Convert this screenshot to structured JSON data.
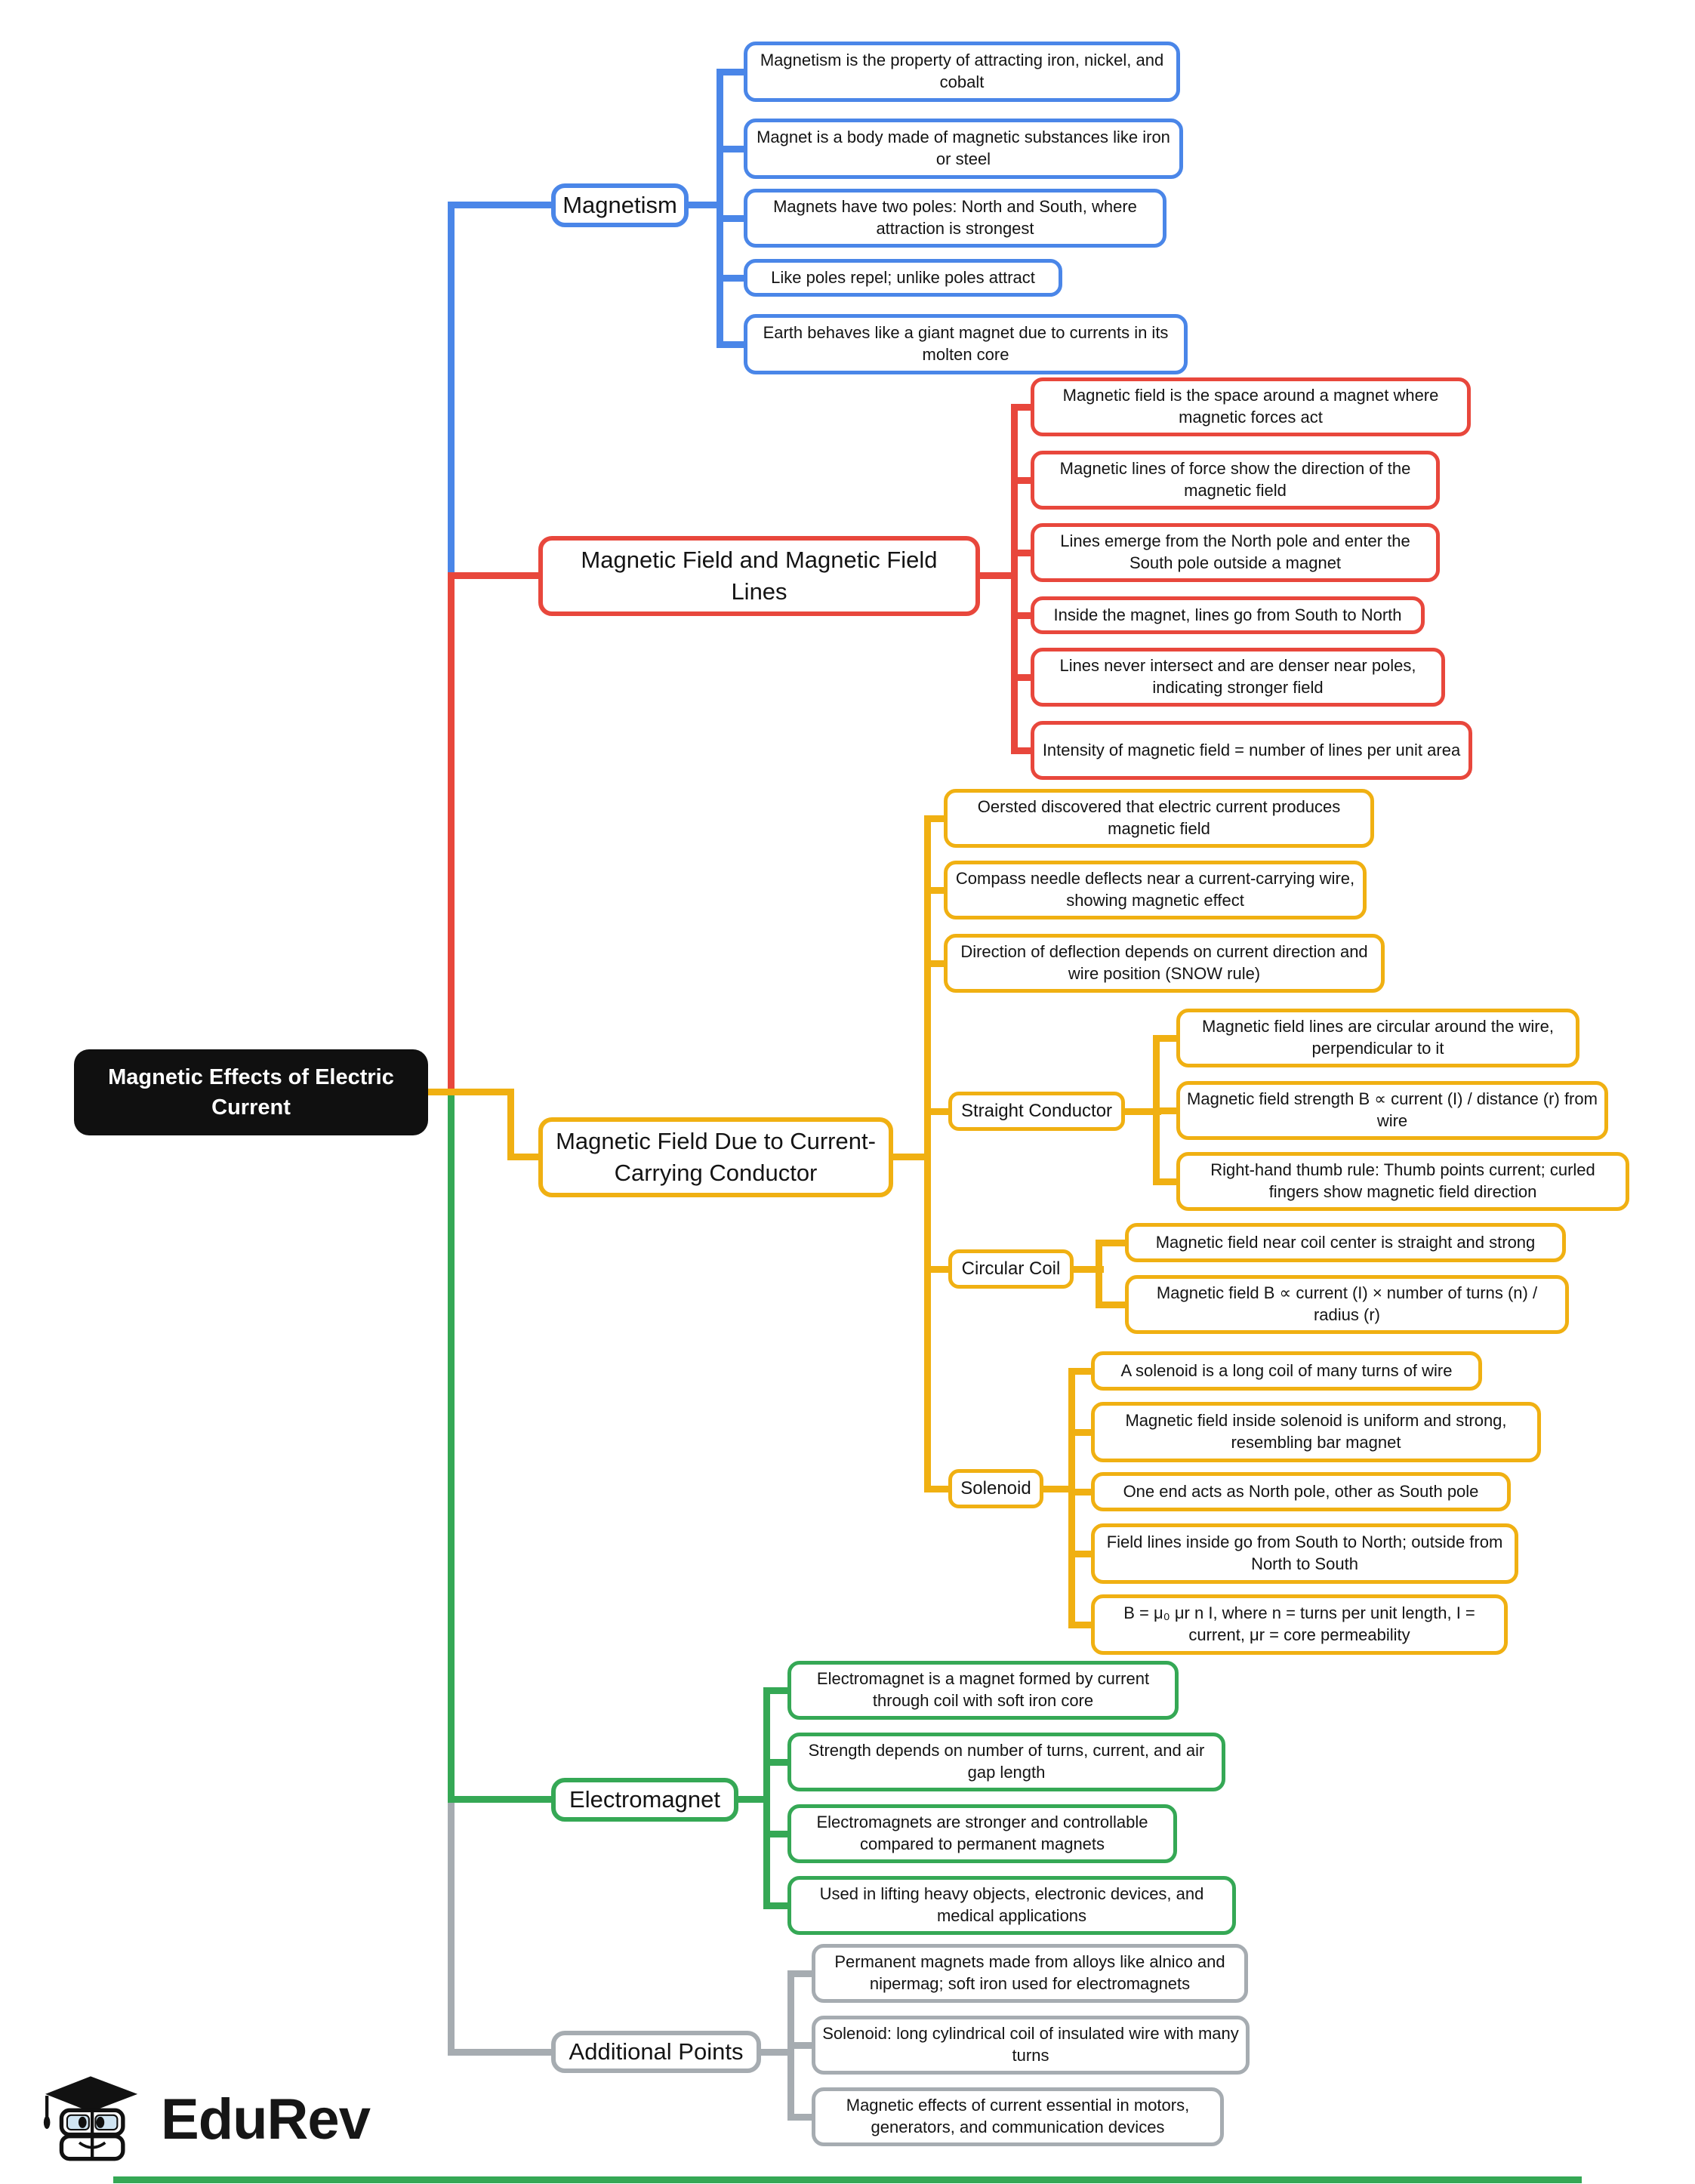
{
  "root": {
    "label": "Magnetic Effects of Electric Current"
  },
  "branches": [
    {
      "label": "Magnetism",
      "color": "#4a86e8",
      "children": [
        "Magnetism is the property of attracting iron, nickel, and cobalt",
        "Magnet is a body made of magnetic substances like iron or steel",
        "Magnets have two poles: North and South, where attraction is strongest",
        "Like poles repel; unlike poles attract",
        "Earth behaves like a giant magnet due to currents in its molten core"
      ]
    },
    {
      "label": "Magnetic Field and Magnetic Field Lines",
      "color": "#e8473c",
      "children": [
        "Magnetic field is the space around a magnet where magnetic forces act",
        "Magnetic lines of force show the direction of the magnetic field",
        "Lines emerge from the North pole and enter the South pole outside a magnet",
        "Inside the magnet, lines go from South to North",
        "Lines never intersect and are denser near poles, indicating stronger field",
        "Intensity of magnetic field = number of lines per unit area"
      ]
    },
    {
      "label": "Magnetic Field Due to Current-Carrying Conductor",
      "color": "#f0b012",
      "children": [
        "Oersted discovered that electric current produces magnetic field",
        "Compass needle deflects near a current-carrying wire, showing magnetic effect",
        "Direction of deflection depends on current direction and wire position (SNOW rule)"
      ],
      "subbranches": [
        {
          "label": "Straight Conductor",
          "children": [
            "Magnetic field lines are circular around the wire, perpendicular to it",
            "Magnetic field strength B ∝ current (I) / distance (r) from wire",
            "Right-hand thumb rule: Thumb points current; curled fingers show magnetic field direction"
          ]
        },
        {
          "label": "Circular Coil",
          "children": [
            "Magnetic field near coil center is straight and strong",
            "Magnetic field B ∝ current (I) × number of turns (n) / radius (r)"
          ]
        },
        {
          "label": "Solenoid",
          "children": [
            "A solenoid is a long coil of many turns of wire",
            "Magnetic field inside solenoid is uniform and strong, resembling bar magnet",
            "One end acts as North pole, other as South pole",
            "Field lines inside go from South to North; outside from North to South",
            "B = μ₀ μr n I, where n = turns per unit length, I = current, μr = core permeability"
          ]
        }
      ]
    },
    {
      "label": "Electromagnet",
      "color": "#35a855",
      "children": [
        "Electromagnet is a magnet formed by current through coil with soft iron core",
        "Strength depends on number of turns, current, and air gap length",
        "Electromagnets are stronger and controllable compared to permanent magnets",
        "Used in lifting heavy objects, electronic devices, and medical applications"
      ]
    },
    {
      "label": "Additional Points",
      "color": "#a6acb1",
      "children": [
        "Permanent magnets made from alloys like alnico and nipermag; soft iron used for electromagnets",
        "Solenoid: long cylindrical coil of insulated wire with many turns",
        "Magnetic effects of current essential in motors, generators, and communication devices"
      ]
    }
  ],
  "logo": {
    "brand": "EduRev"
  },
  "colors": {
    "blue": "#4a86e8",
    "red": "#e8473c",
    "yellow": "#f0b012",
    "green": "#35a855",
    "gray": "#a6acb1",
    "root_bg": "#101010",
    "bottom_bar": "#35a855"
  }
}
